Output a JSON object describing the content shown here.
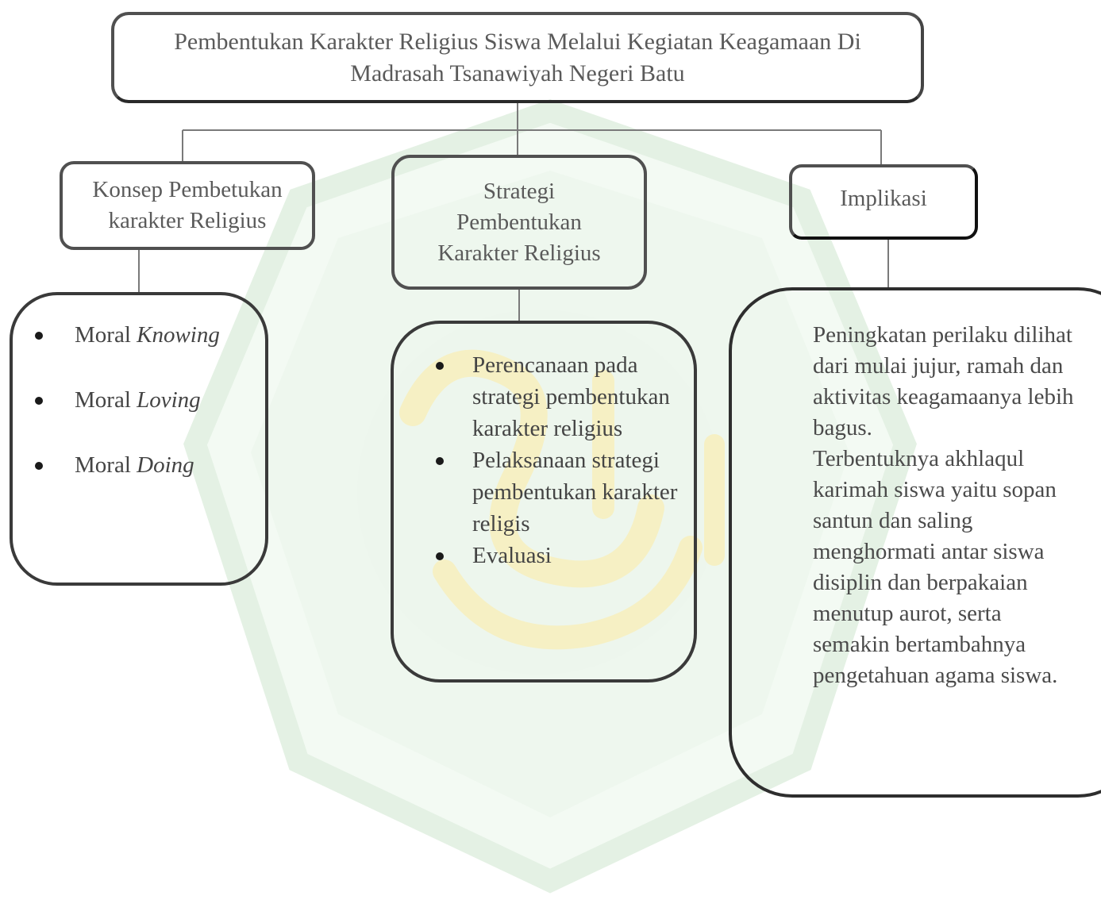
{
  "title": "Pembentukan Karakter Religius Siswa Melalui Kegiatan Keagamaan Di Madrasah Tsanawiyah Negeri Batu",
  "branches": {
    "concept": {
      "label": "Konsep Pembetukan karakter Religius",
      "items": [
        {
          "prefix": "Moral",
          "term": "Knowing"
        },
        {
          "prefix": "Moral",
          "term": "Loving"
        },
        {
          "prefix": "Moral",
          "term": "Doing"
        }
      ]
    },
    "strategy": {
      "label": "Strategi Pembentukan Karakter Religius",
      "items": [
        "Perencanaan pada strategi pembentukan karakter religius",
        "Pelaksanaan strategi pembentukan karakter religis",
        "Evaluasi"
      ]
    },
    "implication": {
      "label": "Implikasi",
      "paragraphs": [
        "Peningkatan perilaku dilihat dari mulai jujur, ramah dan aktivitas keagamaanya lebih bagus.",
        "Terbentuknya akhlaqul karimah siswa yaitu sopan santun dan saling menghormati antar siswa disiplin dan berpakaian menutup aurot, serta semakin bertambahnya pengetahuan agama siswa."
      ]
    }
  },
  "colors": {
    "border": "#505050",
    "text": "#555555",
    "watermark_green": "#c9e4c9",
    "watermark_yellow": "#f3ecb0"
  }
}
